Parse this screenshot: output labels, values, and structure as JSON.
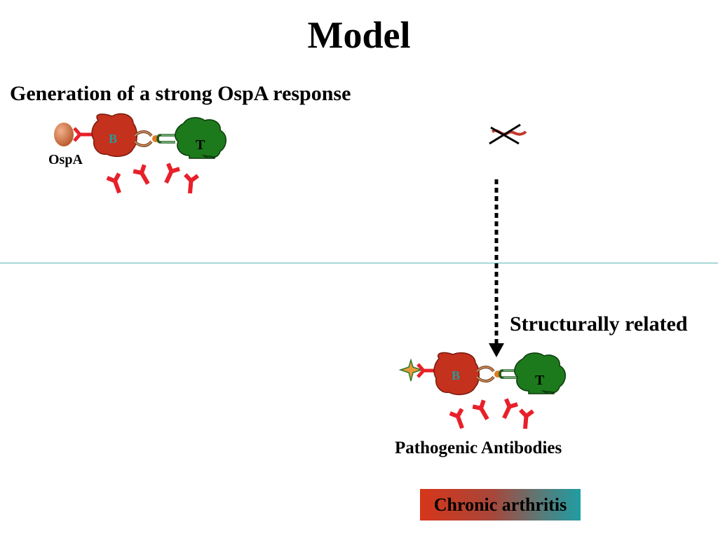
{
  "title": "Model",
  "subtitle": "Generation of a strong OspA response",
  "ospa_label": "OspA",
  "b_cell_label": "B",
  "t_cell_label": "T",
  "structurally_related_label": "Structurally related",
  "pathogenic_label": "Pathogenic Antibodies",
  "chronic_arthritis_label": "Chronic arthritis",
  "colors": {
    "b_cell": "#c4311c",
    "t_cell": "#1c7a1c",
    "antibody": "#e8202a",
    "arrow": "#000000",
    "divider": "#5fb3b3"
  }
}
